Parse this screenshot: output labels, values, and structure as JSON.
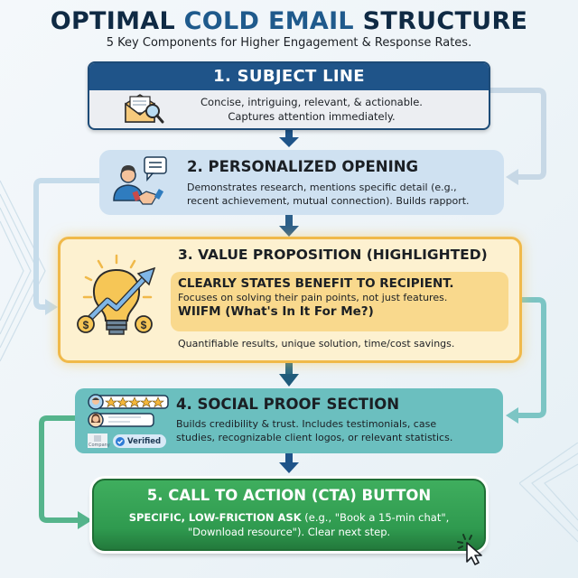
{
  "header": {
    "title_part1": "OPTIMAL ",
    "title_accent": "COLD EMAIL",
    "title_part2": " STRUCTURE",
    "subtitle": "5 Key Components for Higher Engagement & Response Rates."
  },
  "colors": {
    "title": "#0f2a44",
    "accent": "#1f5a8c",
    "step1_header": "#1f5489",
    "step2_bg": "#cfe1f1",
    "step3_border": "#f0b94a",
    "step3_bg": "#fdf1d0",
    "step4_bg": "#6bbfbf",
    "step5_bg": "#2f9a4f"
  },
  "steps": [
    {
      "title": "1. SUBJECT LINE",
      "icon": "envelope-magnifier-icon",
      "line1": "Concise, intriguing, relevant, & actionable.",
      "line2": "Captures attention immediately."
    },
    {
      "title": "2. PERSONALIZED OPENING",
      "icon": "person-handshake-chat-icon",
      "line1": "Demonstrates research, mentions specific detail (e.g.,",
      "line2": "recent achievement, mutual connection). Builds rapport."
    },
    {
      "title": "3. VALUE PROPOSITION (HIGHLIGHTED)",
      "icon": "lightbulb-growth-dollar-icon",
      "highlight_heading": "CLEARLY STATES BENEFIT TO RECIPIENT.",
      "highlight_text": "Focuses on solving their pain points, not just features.",
      "highlight_wiifm": "WIIFM (What's In It For Me?)",
      "footer": "Quantifiable results, unique solution, time/cost savings."
    },
    {
      "title": "4. SOCIAL PROOF SECTION",
      "icon": "testimonials-rating-icon",
      "badge_company": "Company",
      "badge_verified": "Verified",
      "line1": "Builds credibility & trust. Includes testimonials, case",
      "line2": "studies, recognizable client logos, or relevant statistics."
    },
    {
      "title": "5. CALL TO ACTION (CTA) BUTTON",
      "icon": "cursor-click-icon",
      "line1_bold": "SPECIFIC, LOW-FRICTION ASK",
      "line1_rest": " (e.g., \"Book a 15-min chat\",",
      "line2": "\"Download resource\"). Clear next step."
    }
  ]
}
